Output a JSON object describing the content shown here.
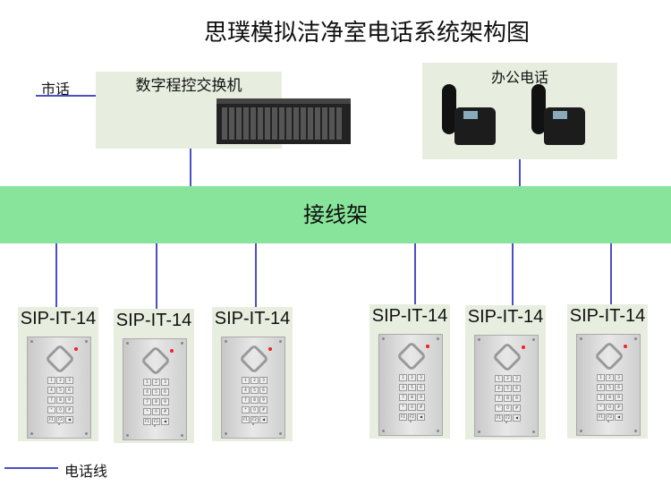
{
  "title": "思璞模拟洁净室电话系统架构图",
  "pstn_label": "市话",
  "pbx": {
    "label": "数字程控交换机"
  },
  "office": {
    "label": "办公电话"
  },
  "distribution_frame": "接线架",
  "devices": [
    {
      "name": "SIP-IT-14"
    },
    {
      "name": "SIP-IT-14"
    },
    {
      "name": "SIP-IT-14"
    },
    {
      "name": "SIP-IT-14"
    },
    {
      "name": "SIP-IT-14"
    },
    {
      "name": "SIP-IT-14"
    }
  ],
  "keypad": [
    "1",
    "2",
    "3",
    "4",
    "5",
    "6",
    "7",
    "8",
    "9",
    "*",
    "0",
    "#",
    "F1",
    "F2",
    "◀"
  ],
  "legend": {
    "label": "电话线"
  },
  "colors": {
    "line": "#4a4fc4",
    "band": "#87e49a",
    "panel": "#e8eedf"
  }
}
